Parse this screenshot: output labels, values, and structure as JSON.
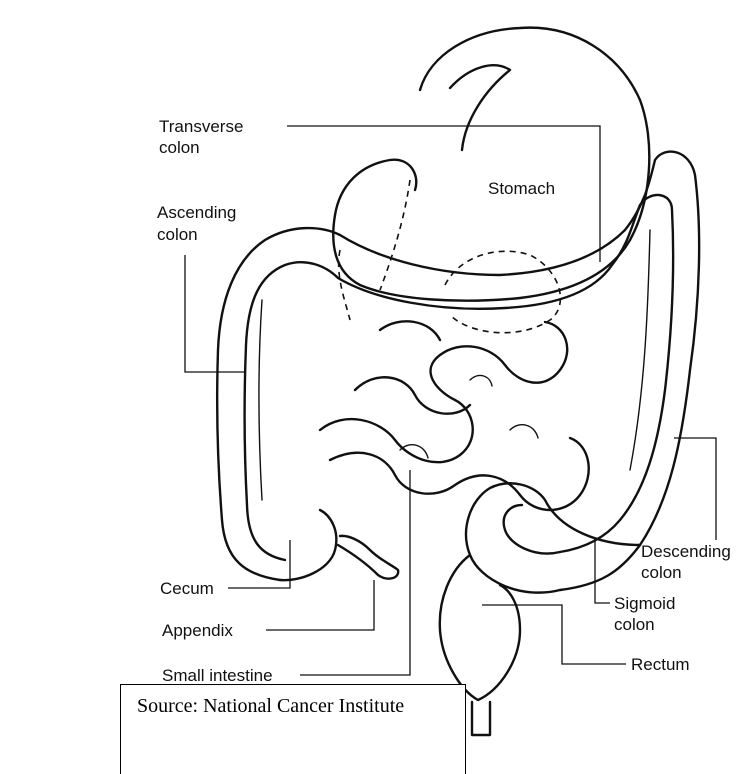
{
  "labels": {
    "transverse_colon": [
      "Transverse",
      "colon"
    ],
    "ascending_colon": [
      "Ascending",
      "colon"
    ],
    "stomach": "Stomach",
    "descending_colon": [
      "Descending",
      "colon"
    ],
    "sigmoid_colon": [
      "Sigmoid",
      "colon"
    ],
    "rectum": "Rectum",
    "cecum": "Cecum",
    "appendix": "Appendix",
    "small_intestine": "Small intestine"
  },
  "source": "Source: National Cancer Institute"
}
